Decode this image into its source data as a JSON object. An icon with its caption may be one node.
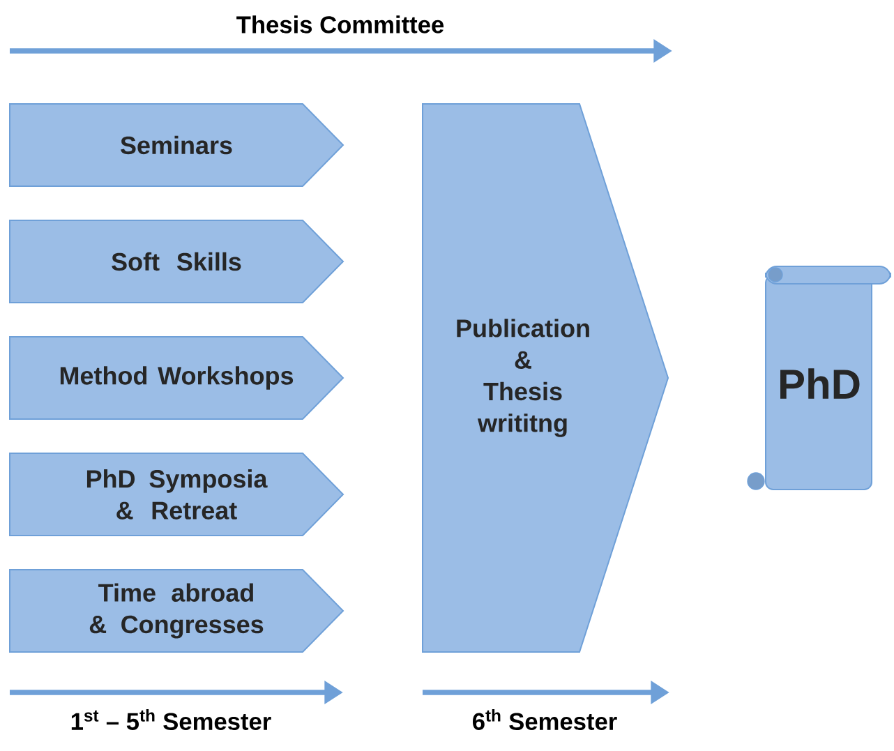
{
  "diagram": {
    "nodes": [
      {
        "text": [
          "Seminars"
        ]
      },
      {
        "text": [
          "Soft Skills"
        ]
      },
      {
        "text": [
          "Method Workshops"
        ]
      },
      {
        "text": [
          "PhD Symposia & Retreat"
        ]
      },
      {
        "text": [
          "Time abroad & Congresses"
        ]
      },
      {
        "text": [
          "Publication & Thesis writitng"
        ]
      },
      {
        "text": [
          "PhD"
        ]
      }
    ],
    "labels": [
      "Thesis Committee",
      "1$^{st}$ – 5$^{th}$ Semester",
      "6$^{th}$ Semester"
    ]
  }
}
